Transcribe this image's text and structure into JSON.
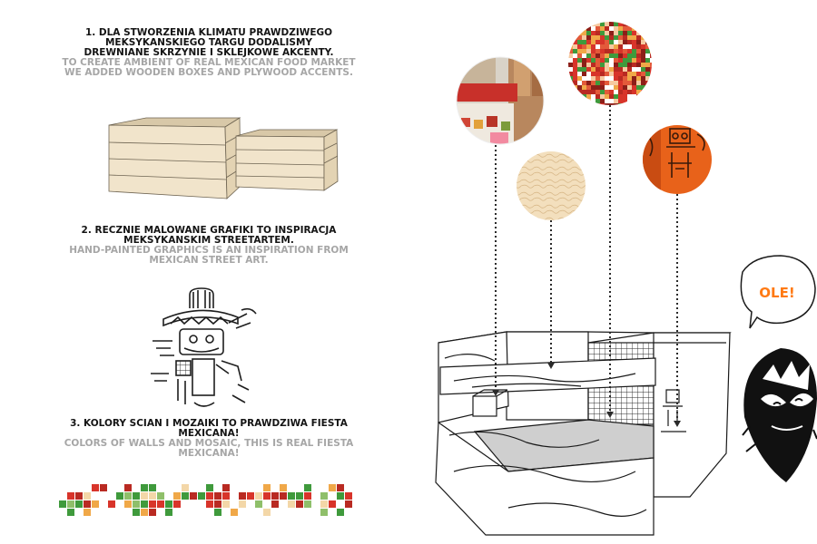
{
  "step1": {
    "pl": [
      "1. DLA STWORZENIA KLIMATU PRAWDZIWEGO",
      "MEKSYKANSKIEGO TARGU DODALISMY",
      "DREWNIANE SKRZYNIE I SKLEJKOWE AKCENTY."
    ],
    "en": [
      "TO CREATE AMBIENT OF REAL MEXICAN FOOD MARKET",
      "WE ADDED WOODEN BOXES AND PLYWOOD ACCENTS."
    ]
  },
  "step2": {
    "pl": [
      "2. RECZNIE MALOWANE GRAFIKI TO INSPIRACJA",
      "MEKSYKANSKIM STREETARTEM."
    ],
    "en": [
      "HAND-PAINTED GRAPHICS IS AN INSPIRATION FROM",
      "MEXICAN STREET ART."
    ]
  },
  "step3": {
    "pl": [
      "3. KOLORY SCIAN I MOZAIKI TO PRAWDZIWA FIESTA",
      "MEXICANA!"
    ],
    "en": [
      "COLORS OF WALLS AND MOSAIC, THIS IS REAL FIESTA",
      "MEXICANA!"
    ]
  },
  "bubble": {
    "text": "OLE!"
  },
  "colors": {
    "accent_orange": "#ff7a14",
    "mosaic_red": "#d8342a",
    "mosaic_green": "#3f9a3c",
    "mosaic_orange": "#f0a848",
    "wood": "#f1e4cb",
    "text_dark": "#141414",
    "text_gray": "#a6a6a6"
  },
  "icons": [
    "wooden-crate-icon",
    "mexican-figure-icon",
    "mosaic-strip",
    "speech-bubble-icon",
    "luchador-mask-icon"
  ]
}
